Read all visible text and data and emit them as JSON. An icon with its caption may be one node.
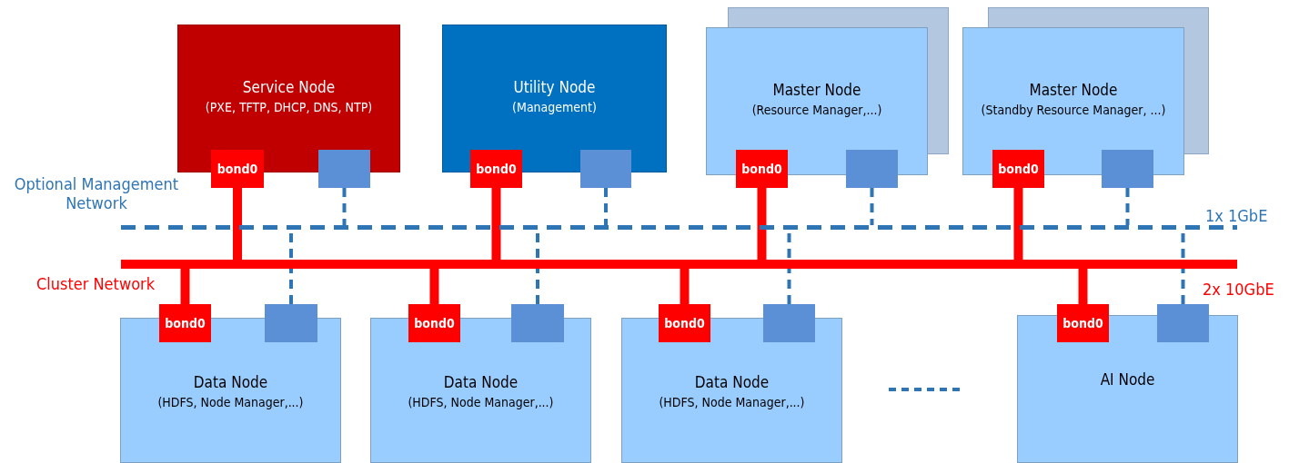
{
  "diagram": {
    "nodes": [
      {
        "text": [
          "Service Node",
          "(PXE, TFTP, DHCP, DNS, NTP)"
        ]
      },
      {
        "text": [
          "bond0"
        ]
      },
      {
        "text": [],
        "shape": "box"
      },
      {
        "text": [
          "Utility Node",
          "(Management)"
        ]
      },
      {
        "text": [
          "bond0"
        ]
      },
      {
        "text": [],
        "shape": "box"
      },
      {
        "text": [
          "Master Node",
          "(Resource Manager,...)"
        ]
      },
      {
        "text": [
          "bond0"
        ]
      },
      {
        "text": [],
        "shape": "box"
      },
      {
        "text": [
          "Master Node",
          "(Standby Resource Manager, ...)"
        ]
      },
      {
        "text": [
          "bond0"
        ]
      },
      {
        "text": [],
        "shape": "box"
      },
      {
        "text": [
          "Data Node",
          "(HDFS, Node Manager,...)"
        ]
      },
      {
        "text": [
          "bond0"
        ]
      },
      {
        "text": [],
        "shape": "box"
      },
      {
        "text": [
          "Data Node",
          "(HDFS, Node Manager,...)"
        ]
      },
      {
        "text": [
          "bond0"
        ]
      },
      {
        "text": [],
        "shape": "box"
      },
      {
        "text": [
          "Data Node",
          "(HDFS, Node Manager,...)"
        ]
      },
      {
        "text": [
          "bond0"
        ]
      },
      {
        "text": [],
        "shape": "box"
      },
      {
        "text": [
          "AI Node"
        ]
      },
      {
        "text": [
          "bond0"
        ]
      },
      {
        "text": [],
        "shape": "box"
      },
      {
        "text": [
          "Cluster Network"
        ],
        "beside": [
          "2x 10GbE"
        ]
      },
      {
        "text": [
          "Optional Management Network"
        ],
        "beside": [
          "1x 1GbE"
        ]
      }
    ],
    "edges": [
      {
        "from": 1,
        "to": 24,
        "arrow": "none",
        "style": "thick",
        "color": "#ff0000"
      },
      {
        "from": 2,
        "to": 25,
        "arrow": "none",
        "style": "dashed",
        "color": "#2e75b6"
      },
      {
        "from": 4,
        "to": 24,
        "arrow": "none",
        "style": "thick",
        "color": "#ff0000"
      },
      {
        "from": 5,
        "to": 25,
        "arrow": "none",
        "style": "dashed",
        "color": "#2e75b6"
      },
      {
        "from": 7,
        "to": 24,
        "arrow": "none",
        "style": "thick",
        "color": "#ff0000"
      },
      {
        "from": 8,
        "to": 25,
        "arrow": "none",
        "style": "dashed",
        "color": "#2e75b6"
      },
      {
        "from": 10,
        "to": 24,
        "arrow": "none",
        "style": "thick",
        "color": "#ff0000"
      },
      {
        "from": 11,
        "to": 25,
        "arrow": "none",
        "style": "dashed",
        "color": "#2e75b6"
      },
      {
        "from": 13,
        "to": 24,
        "arrow": "none",
        "style": "thick",
        "color": "#ff0000"
      },
      {
        "from": 14,
        "to": 25,
        "arrow": "none",
        "style": "dashed",
        "color": "#2e75b6"
      },
      {
        "from": 16,
        "to": 24,
        "arrow": "none",
        "style": "thick",
        "color": "#ff0000"
      },
      {
        "from": 17,
        "to": 25,
        "arrow": "none",
        "style": "dashed",
        "color": "#2e75b6"
      },
      {
        "from": 19,
        "to": 24,
        "arrow": "none",
        "style": "thick",
        "color": "#ff0000"
      },
      {
        "from": 20,
        "to": 25,
        "arrow": "none",
        "style": "dashed",
        "color": "#2e75b6"
      },
      {
        "from": 22,
        "to": 24,
        "arrow": "none",
        "style": "thick",
        "color": "#ff0000"
      },
      {
        "from": 23,
        "to": 25,
        "arrow": "none",
        "style": "dashed",
        "color": "#2e75b6"
      }
    ]
  }
}
